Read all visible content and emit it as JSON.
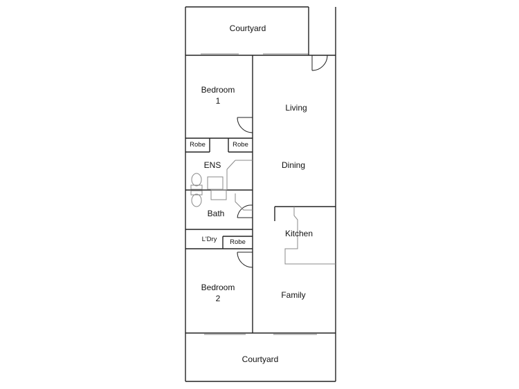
{
  "rooms": {
    "courtyard_top": "Courtyard",
    "bedroom1_name": "Bedroom",
    "bedroom1_num": "1",
    "robe_1": "Robe",
    "robe_2": "Robe",
    "ens": "ENS",
    "bath": "Bath",
    "laundry": "L'Dry",
    "robe_3": "Robe",
    "bedroom2_name": "Bedroom",
    "bedroom2_num": "2",
    "living": "Living",
    "dining": "Dining",
    "kitchen": "Kitchen",
    "family": "Family",
    "courtyard_bottom": "Courtyard"
  },
  "colors": {
    "wall": "#222222",
    "fixture": "#888888",
    "background": "#ffffff"
  }
}
